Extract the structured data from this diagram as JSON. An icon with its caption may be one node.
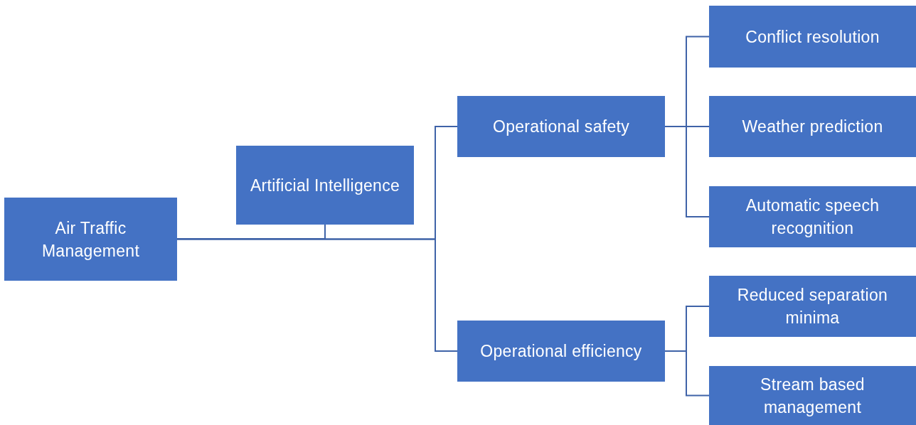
{
  "diagram": {
    "nodes": [
      {
        "text": [
          "Air Traffic Management"
        ]
      },
      {
        "text": [
          "Artificial Intelligence"
        ]
      },
      {
        "text": [
          "Operational safety"
        ]
      },
      {
        "text": [
          "Operational efficiency"
        ]
      },
      {
        "text": [
          "Conflict resolution"
        ]
      },
      {
        "text": [
          "Weather prediction"
        ]
      },
      {
        "text": [
          "Automatic speech recognition"
        ]
      },
      {
        "text": [
          "Reduced separation minima"
        ]
      },
      {
        "text": [
          "Stream based management"
        ]
      }
    ],
    "edges": [
      {
        "from": 0,
        "to": 1,
        "arrow": "none"
      },
      {
        "from": 0,
        "to": 2,
        "arrow": "none"
      },
      {
        "from": 0,
        "to": 3,
        "arrow": "none"
      },
      {
        "from": 2,
        "to": 4,
        "arrow": "none"
      },
      {
        "from": 2,
        "to": 5,
        "arrow": "none"
      },
      {
        "from": 2,
        "to": 6,
        "arrow": "none"
      },
      {
        "from": 3,
        "to": 7,
        "arrow": "none"
      },
      {
        "from": 3,
        "to": 8,
        "arrow": "none"
      }
    ]
  }
}
